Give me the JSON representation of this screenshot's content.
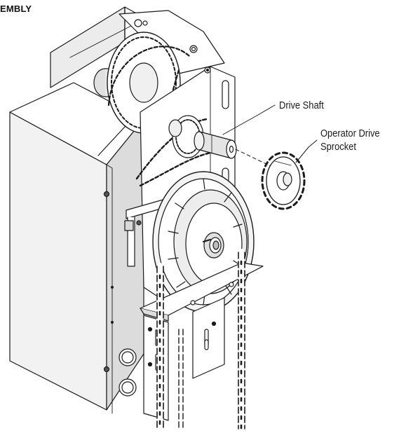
{
  "heading": "EMBLY",
  "callouts": {
    "drive_shaft": "Drive Shaft",
    "operator_drive_sprocket_line1": "Operator Drive",
    "operator_drive_sprocket_line2": "Sprocket"
  },
  "colors": {
    "ink": "#1a1a1a",
    "paper": "#ffffff",
    "shade_light": "#e6e6e6",
    "shade_mid": "#cfcfcf",
    "shade_dark": "#9c9c9c"
  }
}
